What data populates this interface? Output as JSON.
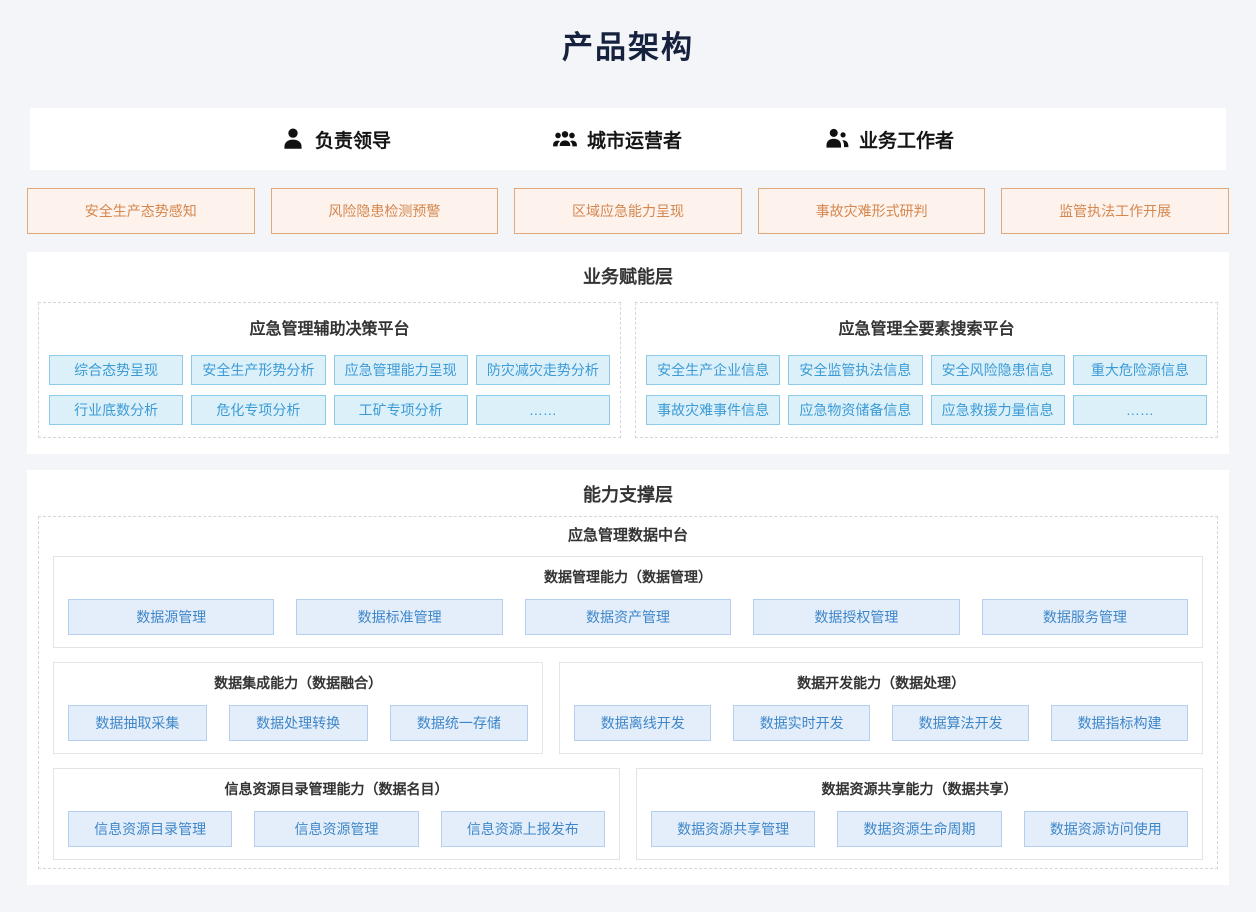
{
  "page": {
    "title": "产品架构"
  },
  "roles": [
    {
      "label": "负责领导",
      "icon": "leader-person-icon"
    },
    {
      "label": "城市运营者",
      "icon": "operators-group-icon"
    },
    {
      "label": "业务工作者",
      "icon": "workers-pair-icon"
    }
  ],
  "scenarios": [
    "安全生产态势感知",
    "风险隐患检测预警",
    "区域应急能力呈现",
    "事故灾难形式研判",
    "监管执法工作开展"
  ],
  "business_layer": {
    "title": "业务赋能层",
    "platforms": [
      {
        "title": "应急管理辅助决策平台",
        "items": [
          "综合态势呈现",
          "安全生产形势分析",
          "应急管理能力呈现",
          "防灾减灾走势分析",
          "行业底数分析",
          "危化专项分析",
          "工矿专项分析",
          "……"
        ]
      },
      {
        "title": "应急管理全要素搜索平台",
        "items": [
          "安全生产企业信息",
          "安全监管执法信息",
          "安全风险隐患信息",
          "重大危险源信息",
          "事故灾难事件信息",
          "应急物资储备信息",
          "应急救援力量信息",
          "……"
        ]
      }
    ]
  },
  "capability_layer": {
    "title": "能力支撑层",
    "platform_title": "应急管理数据中台",
    "groups": [
      {
        "title": "数据管理能力（数据管理）",
        "items": [
          "数据源管理",
          "数据标准管理",
          "数据资产管理",
          "数据授权管理",
          "数据服务管理"
        ]
      },
      {
        "title": "数据集成能力（数据融合）",
        "items": [
          "数据抽取采集",
          "数据处理转换",
          "数据统一存储"
        ]
      },
      {
        "title": "数据开发能力（数据处理）",
        "items": [
          "数据离线开发",
          "数据实时开发",
          "数据算法开发",
          "数据指标构建"
        ]
      },
      {
        "title": "信息资源目录管理能力（数据名目）",
        "items": [
          "信息资源目录管理",
          "信息资源管理",
          "信息资源上报发布"
        ]
      },
      {
        "title": "数据资源共享能力（数据共享）",
        "items": [
          "数据资源共享管理",
          "数据资源生命周期",
          "数据资源访问使用"
        ]
      }
    ]
  },
  "colors": {
    "page_bg": "#f3f5f9",
    "card_bg": "#ffffff",
    "title_text": "#16223d",
    "scenario_border": "#dfa97c",
    "scenario_bg": "#fdf2ec",
    "scenario_text": "#d5874e",
    "cyan_chip_bg": "#dcf0fa",
    "cyan_chip_border": "#8ecbe9",
    "cyan_chip_text": "#3c9bd5",
    "blue_chip_bg": "#e4eefb",
    "blue_chip_border": "#b7cfee",
    "blue_chip_text": "#3e86c8",
    "dashed_border": "#d6d6da",
    "group_border": "#e4e4e8",
    "section_title_text": "#333333"
  }
}
